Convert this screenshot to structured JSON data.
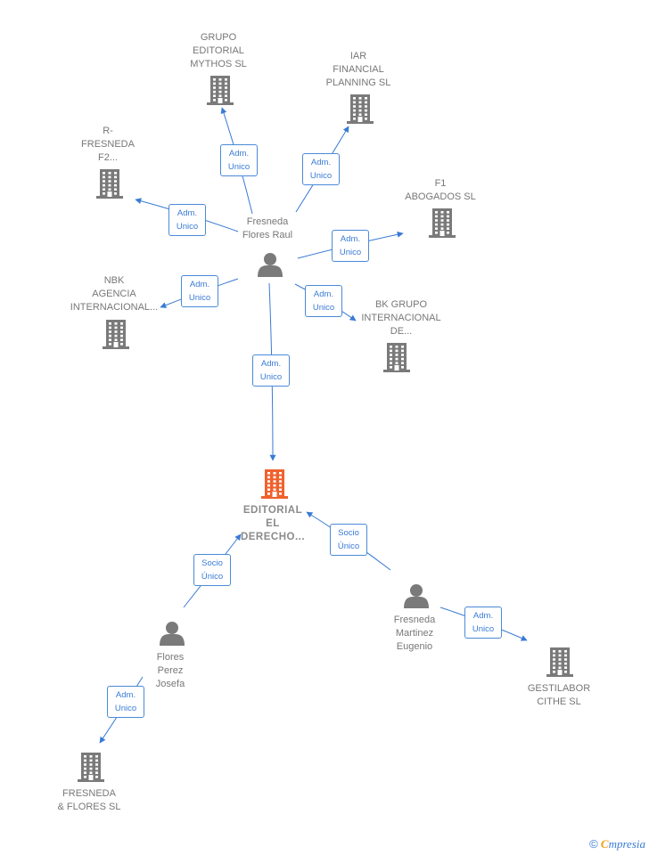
{
  "nodes": [
    {
      "id": "grupo_editorial",
      "type": "company",
      "label": "GRUPO\nEDITORIAL\nMYTHOS  SL"
    },
    {
      "id": "iar",
      "type": "company",
      "label": "IAR\nFINANCIAL\nPLANNING  SL"
    },
    {
      "id": "r_fresneda",
      "type": "company",
      "label": "R-\nFRESNEDA\nF2..."
    },
    {
      "id": "f1",
      "type": "company",
      "label": "F1\nABOGADOS  SL"
    },
    {
      "id": "nbk",
      "type": "company",
      "label": "NBK\nAGENCIA\nINTERNACIONAL..."
    },
    {
      "id": "bk_grupo",
      "type": "company",
      "label": "BK GRUPO\nINTERNACIONAL\nDE..."
    },
    {
      "id": "fresneda_raul",
      "type": "person",
      "label": "Fresneda\nFlores Raul"
    },
    {
      "id": "editorial",
      "type": "company_focus",
      "label": "EDITORIAL\nEL\nDERECHO..."
    },
    {
      "id": "flores_josefa",
      "type": "person",
      "label": "Flores\nPerez\nJosefa"
    },
    {
      "id": "fresneda_eugenio",
      "type": "person",
      "label": "Fresneda\nMartinez\nEugenio"
    },
    {
      "id": "gestilabor",
      "type": "company",
      "label": "GESTILABOR\nCITHE SL"
    },
    {
      "id": "fresneda_flores_sl",
      "type": "company",
      "label": "FRESNEDA\n& FLORES SL"
    }
  ],
  "edges": [
    {
      "from": "fresneda_raul",
      "to": "grupo_editorial",
      "label": "Adm.\nUnico"
    },
    {
      "from": "fresneda_raul",
      "to": "iar",
      "label": "Adm.\nUnico"
    },
    {
      "from": "fresneda_raul",
      "to": "r_fresneda",
      "label": "Adm.\nUnico"
    },
    {
      "from": "fresneda_raul",
      "to": "f1",
      "label": "Adm.\nUnico"
    },
    {
      "from": "fresneda_raul",
      "to": "nbk",
      "label": "Adm.\nUnico"
    },
    {
      "from": "fresneda_raul",
      "to": "bk_grupo",
      "label": "Adm.\nUnico"
    },
    {
      "from": "fresneda_raul",
      "to": "editorial",
      "label": "Adm.\nUnico"
    },
    {
      "from": "flores_josefa",
      "to": "editorial",
      "label": "Socio\nÚnico"
    },
    {
      "from": "fresneda_eugenio",
      "to": "editorial",
      "label": "Socio\nÚnico"
    },
    {
      "from": "fresneda_eugenio",
      "to": "gestilabor",
      "label": "Adm.\nUnico"
    },
    {
      "from": "flores_josefa",
      "to": "fresneda_flores_sl",
      "label": "Adm.\nUnico"
    }
  ],
  "colors": {
    "edge": "#3a7bd5",
    "company": "#7a7a7a",
    "focus": "#f0622d",
    "person": "#7a7a7a"
  },
  "brand": {
    "copyright": "©",
    "initial": "C",
    "name": "mpresia"
  }
}
